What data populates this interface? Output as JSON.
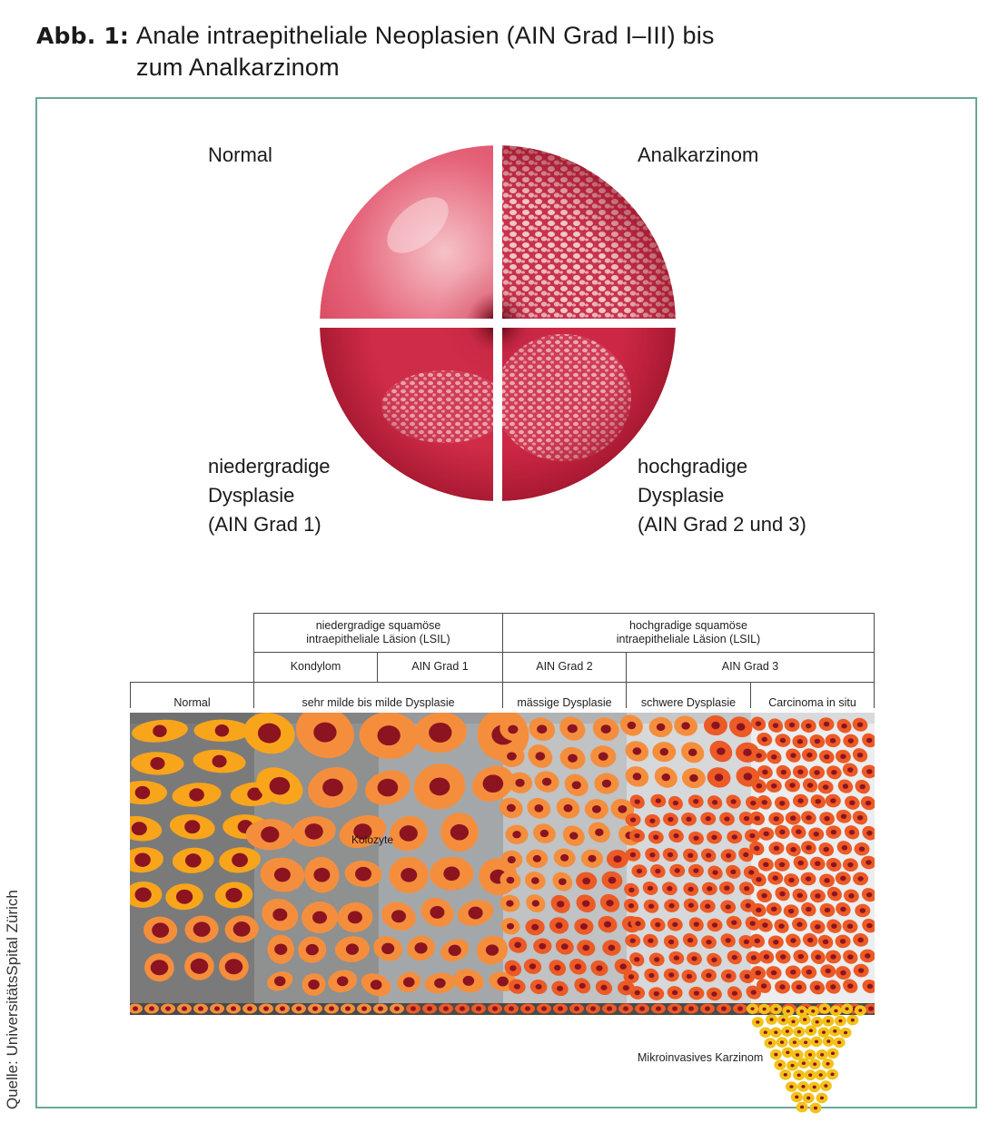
{
  "figure": {
    "label": "Abb. 1:",
    "title_line1": "Anale intraepitheliale Neoplasien (AIN Grad I–III) bis",
    "title_line2": "zum Analkarzinom",
    "source": "Quelle: UniversitätsSpital Zürich",
    "frame_color": "#6aa89a"
  },
  "globe": {
    "top_left": "Normal",
    "top_right": "Analkarzinom",
    "bottom_left": [
      "niedergradige",
      "Dysplasie",
      "(AIN Grad 1)"
    ],
    "bottom_right": [
      "hochgradige",
      "Dysplasie",
      "(AIN Grad 2 und 3)"
    ],
    "colors": {
      "tissue": "#d63a55",
      "tissue_dark": "#9c1028",
      "highlight": "#f3b5bf"
    }
  },
  "table": {
    "group_low": [
      "niedergradige squamöse",
      "intraepitheliale Läsion (LSIL)"
    ],
    "group_high": [
      "hochgradige squamöse",
      "intraepitheliale Läsion (LSIL)"
    ],
    "grades": [
      "Kondylom",
      "AIN Grad 1",
      "AIN Grad 2",
      "AIN Grad 3"
    ],
    "stages": [
      "Normal",
      "sehr milde bis milde Dysplasie",
      "mässige Dysplasie",
      "schwere Dysplasie",
      "Carcinoma in situ"
    ]
  },
  "panel": {
    "kolozyte_label": "Kolozyte",
    "invasive_label": "Mikroinvasives Karzinom",
    "colors": {
      "normal_cell": "#f8a51c",
      "dysplastic_cell": "#f58e3c",
      "neoplastic_cell": "#ec5a26",
      "invasive_cell": "#f2c21a",
      "nucleus": "#8b1420",
      "basal_band": "#4a4a4a"
    }
  }
}
